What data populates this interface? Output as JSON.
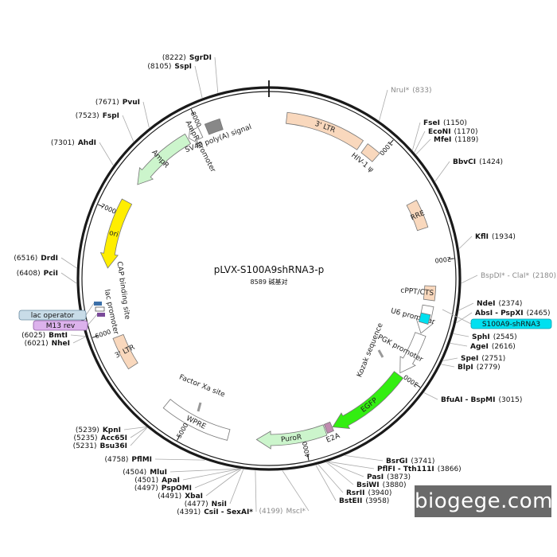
{
  "plasmid": {
    "name": "pLVX-S100A9shRNA3-p",
    "size_label": "8589 碱基对",
    "length": 8589
  },
  "ticks": [
    {
      "pos": 1000,
      "label": "1000"
    },
    {
      "pos": 2000,
      "label": "2000"
    },
    {
      "pos": 3000,
      "label": "3000"
    },
    {
      "pos": 4000,
      "label": "4000"
    },
    {
      "pos": 5000,
      "label": "5000"
    },
    {
      "pos": 6000,
      "label": "6000"
    },
    {
      "pos": 7000,
      "label": "7000"
    },
    {
      "pos": 8000,
      "label": "8000"
    }
  ],
  "features": [
    {
      "name": "3' LTR",
      "start": 150,
      "end": 820,
      "color": "#f9d8bd",
      "direction": "none",
      "label": "3' LTR"
    },
    {
      "name": "HIV-1 ψ",
      "start": 865,
      "end": 990,
      "color": "#f9d8bd",
      "direction": "none",
      "label": "HIV-1 ψ"
    },
    {
      "name": "RRE",
      "start": 1480,
      "end": 1720,
      "color": "#f9d8bd",
      "direction": "none",
      "label": "RRE"
    },
    {
      "name": "cPPT/CTS",
      "start": 2210,
      "end": 2330,
      "color": "#f9d8bd",
      "direction": "none",
      "label": "cPPT/CTS"
    },
    {
      "name": "U6 promoter",
      "start": 2380,
      "end": 2620,
      "color": "#ffffff",
      "direction": "cw",
      "label": "U6 promoter"
    },
    {
      "name": "S100A9-shRNA3",
      "start": 2450,
      "end": 2530,
      "color": "#00e0f0",
      "direction": "none",
      "label": "S100A9-shRNA3"
    },
    {
      "name": "PGK promoter",
      "start": 2630,
      "end": 3000,
      "color": "#ffffff",
      "direction": "cw",
      "label": "PGK promoter"
    },
    {
      "name": "EGFP",
      "start": 3020,
      "end": 3740,
      "color": "#33ee11",
      "direction": "cw",
      "label": "EGFP"
    },
    {
      "name": "E2A",
      "start": 3745,
      "end": 3800,
      "color": "#c08bb0",
      "direction": "none",
      "label": "E2A"
    },
    {
      "name": "PuroR",
      "start": 3810,
      "end": 4400,
      "color": "#ccf5cc",
      "direction": "cw",
      "label": "PuroR"
    },
    {
      "name": "WPRE",
      "start": 4640,
      "end": 5230,
      "color": "#ffffff",
      "direction": "none",
      "label": "WPRE"
    },
    {
      "name": "3' LTR (2)",
      "start": 5660,
      "end": 5940,
      "color": "#f9d8bd",
      "direction": "none",
      "label": "3' LTR"
    },
    {
      "name": "ori",
      "start": 6530,
      "end": 7120,
      "color": "#ffee00",
      "direction": "ccw",
      "label": "ori"
    },
    {
      "name": "AmpR",
      "start": 7290,
      "end": 7870,
      "color": "#ccf5cc",
      "direction": "ccw",
      "label": "AmpR"
    },
    {
      "name": "AmpR promoter",
      "start": 7880,
      "end": 7990,
      "color": "#ffffff",
      "direction": "ccw",
      "label": "AmpR promoter"
    },
    {
      "name": "SV40 poly(A) signal",
      "start": 8050,
      "end": 8180,
      "color": "#888888",
      "direction": "none",
      "label": "SV40 poly(A) signal"
    }
  ],
  "inner_labels": [
    {
      "text": "CAP binding site"
    },
    {
      "text": "lac promoter"
    },
    {
      "text": "Kozak sequence"
    },
    {
      "text": "Factor Xa site"
    }
  ],
  "boxed_labels": [
    {
      "text": "lac operator",
      "fill": "#c8dce8",
      "stroke": "#6a8aa0"
    },
    {
      "text": "M13 rev",
      "fill": "#dcb2ec",
      "stroke": "#8a5aa0"
    },
    {
      "text": "S100A9-shRNA3",
      "fill": "#00e0f0",
      "stroke": "#0aa0b0"
    }
  ],
  "sites": [
    {
      "pos_label": "(8222)",
      "name": "SgrDI",
      "muted": false
    },
    {
      "pos_label": "(8105)",
      "name": "SspI",
      "muted": false
    },
    {
      "pos_label": "(7671)",
      "name": "PvuI",
      "muted": false
    },
    {
      "pos_label": "(7523)",
      "name": "FspI",
      "muted": false
    },
    {
      "pos_label": "(7301)",
      "name": "AhdI",
      "muted": false
    },
    {
      "pos_label": "(6516)",
      "name": "DrdI",
      "muted": false
    },
    {
      "pos_label": "(6408)",
      "name": "PciI",
      "muted": false
    },
    {
      "pos_label": "(6025)",
      "name": "BmtI",
      "muted": false
    },
    {
      "pos_label": "(6021)",
      "name": "NheI",
      "muted": false
    },
    {
      "pos_label": "(5239)",
      "name": "KpnI",
      "muted": false
    },
    {
      "pos_label": "(5235)",
      "name": "Acc65I",
      "muted": false
    },
    {
      "pos_label": "(5231)",
      "name": "Bsu36I",
      "muted": false
    },
    {
      "pos_label": "(4758)",
      "name": "PflMI",
      "muted": false
    },
    {
      "pos_label": "(4504)",
      "name": "MluI",
      "muted": false
    },
    {
      "pos_label": "(4501)",
      "name": "ApaI",
      "muted": false
    },
    {
      "pos_label": "(4497)",
      "name": "PspOMI",
      "muted": false
    },
    {
      "pos_label": "(4491)",
      "name": "XbaI",
      "muted": false
    },
    {
      "pos_label": "(4477)",
      "name": "NsiI",
      "muted": false
    },
    {
      "pos_label": "(4391)",
      "name": "CsiI - SexAI*",
      "muted": false
    },
    {
      "pos_label": "(4199)",
      "name": "MscI*",
      "muted": true
    },
    {
      "pos_label": "(833)",
      "name": "NruI*",
      "muted": true
    },
    {
      "pos_label": "(1150)",
      "name": "FseI",
      "muted": false
    },
    {
      "pos_label": "(1170)",
      "name": "EcoNI",
      "muted": false
    },
    {
      "pos_label": "(1189)",
      "name": "MfeI",
      "muted": false
    },
    {
      "pos_label": "(1424)",
      "name": "BbvCI",
      "muted": false
    },
    {
      "pos_label": "(1934)",
      "name": "KflI",
      "muted": false
    },
    {
      "pos_label": "(2180)",
      "name": "BspDI* - ClaI*",
      "muted": true
    },
    {
      "pos_label": "(2374)",
      "name": "NdeI",
      "muted": false
    },
    {
      "pos_label": "(2465)",
      "name": "AbsI - PspXI",
      "muted": false
    },
    {
      "pos_label": "(2545)",
      "name": "SphI",
      "muted": false
    },
    {
      "pos_label": "(2616)",
      "name": "AgeI",
      "muted": false
    },
    {
      "pos_label": "(2751)",
      "name": "SpeI",
      "muted": false
    },
    {
      "pos_label": "(2779)",
      "name": "BlpI",
      "muted": false
    },
    {
      "pos_label": "(3015)",
      "name": "BfuAI - BspMI",
      "muted": false
    },
    {
      "pos_label": "(3741)",
      "name": "BsrGI",
      "muted": false
    },
    {
      "pos_label": "(3866)",
      "name": "PflFI - Tth111I",
      "muted": false
    },
    {
      "pos_label": "(3873)",
      "name": "PasI",
      "muted": false
    },
    {
      "pos_label": "(3880)",
      "name": "BsiWI",
      "muted": false
    },
    {
      "pos_label": "(3940)",
      "name": "RsrII",
      "muted": false
    },
    {
      "pos_label": "(3958)",
      "name": "BstEII",
      "muted": false
    }
  ],
  "watermark": {
    "text": "biogege.com"
  }
}
